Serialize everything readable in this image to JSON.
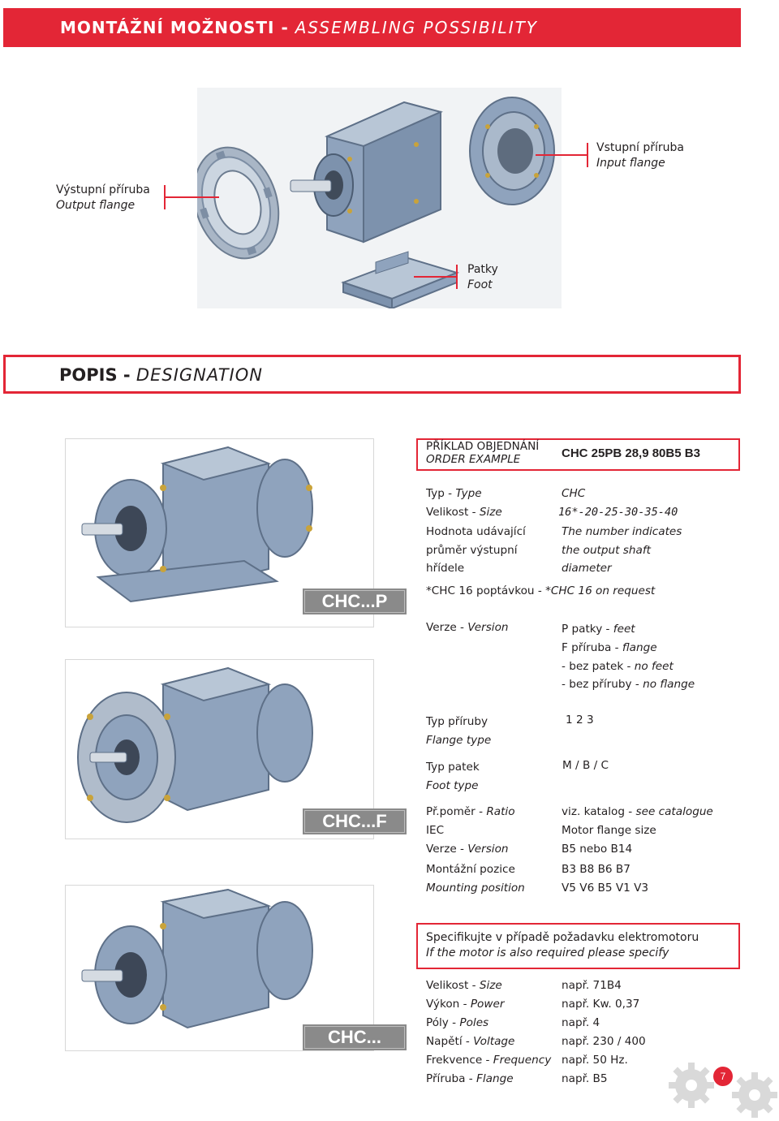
{
  "header": {
    "title_bold": "MONTÁŽNÍ MOŽNOSTI - ",
    "title_italic": "ASSEMBLING POSSIBILITY"
  },
  "assembly": {
    "output_flange": {
      "cz": "Výstupní příruba",
      "en": "Output flange"
    },
    "input_flange": {
      "cz": "Vstupní příruba",
      "en": "Input flange"
    },
    "foot": {
      "cz": "Patky",
      "en": "Foot"
    }
  },
  "designation": {
    "title_bold": "POPIS - ",
    "title_italic": "DESIGNATION"
  },
  "example": {
    "label_cz": "PŘÍKLAD OBJEDNÁNÍ",
    "label_en": "ORDER EXAMPLE",
    "code": "CHC 25PB 28,9 80B5 B3"
  },
  "badges": {
    "p": "CHC...P",
    "f": "CHC...F",
    "plain": "CHC..."
  },
  "rows": {
    "type": {
      "cz": "Typ  - ",
      "en": "Type",
      "value": "CHC"
    },
    "size": {
      "cz": "Velikost  - ",
      "en": "Size",
      "value": "16*-20-25-30-35-40"
    },
    "shaft": {
      "cz1": "Hodnota udávající",
      "cz2": "průměr výstupní",
      "cz3": "hřídele",
      "en1": "The number indicates",
      "en2": "the output shaft",
      "en3": "diameter"
    },
    "request": {
      "cz": "*CHC 16 poptávkou - ",
      "en": "*CHC 16 on request"
    },
    "version": {
      "cz": "Verze  -  ",
      "en": "Version",
      "v1_code": "P  patky - ",
      "v1_en": "feet",
      "v2_code": "F  příruba - ",
      "v2_en": "flange",
      "v3_code": "-  bez patek - ",
      "v3_en": "no feet",
      "v4_code": "-  bez příruby - ",
      "v4_en": "no flange"
    },
    "flange_type": {
      "cz": "Typ příruby",
      "en": "Flange type",
      "value": "1  2  3"
    },
    "foot_type": {
      "cz": "Typ patek",
      "en": "Foot type",
      "value": "M / B / C"
    },
    "ratio": {
      "cz": "Př.poměr - ",
      "en": "Ratio",
      "value_cz": "viz. katalog  -  ",
      "value_en": "see catalogue"
    },
    "iec": {
      "cz": "IEC",
      "value": "Motor flange size"
    },
    "version2": {
      "cz": "Verze  -  ",
      "en": "Version",
      "value": "B5 nebo B14"
    },
    "mounting": {
      "cz": "Montážní pozice",
      "en": "Mounting position",
      "value1": "B3  B8  B6  B7",
      "value2": "V5  V6  B5  V1  V3"
    }
  },
  "motor_spec": {
    "cz": "Specifikujte v případě požadavku elektromotoru",
    "en": "If the motor is also required please specify"
  },
  "motor_rows": [
    {
      "cz": "Velikost - ",
      "en": "Size",
      "value": "např. 71B4"
    },
    {
      "cz": "Výkon - ",
      "en": "Power",
      "value": "např. Kw. 0,37"
    },
    {
      "cz": "Póly - ",
      "en": "Poles",
      "value": "např. 4"
    },
    {
      "cz": "Napětí - ",
      "en": "Voltage",
      "value": "např. 230 / 400"
    },
    {
      "cz": "Frekvence - ",
      "en": "Frequency",
      "value": "např. 50 Hz."
    },
    {
      "cz": "Příruba - ",
      "en": "Flange",
      "value": "např. B5"
    }
  ],
  "page": {
    "number": "7"
  },
  "colors": {
    "accent": "#e32636",
    "gear_body": "#8fa3bd",
    "badge": "#8a8a8a"
  }
}
